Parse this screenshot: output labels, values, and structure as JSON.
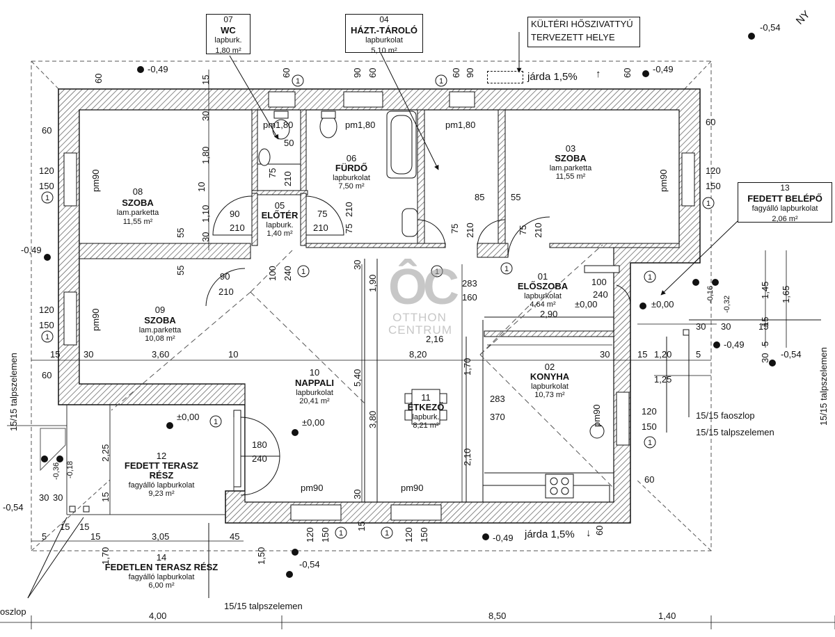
{
  "corner_label": "NY",
  "rooms": {
    "r01": {
      "no": "01",
      "name": "ELŐSZOBA",
      "finish": "lapburkolat",
      "area": "4,64 m²"
    },
    "r02": {
      "no": "02",
      "name": "KONYHA",
      "finish": "lapburkolat",
      "area": "10,73 m²"
    },
    "r03": {
      "no": "03",
      "name": "SZOBA",
      "finish": "lam.parketta",
      "area": "11,55 m²"
    },
    "r05": {
      "no": "05",
      "name": "ELŐTÉR",
      "finish": "lapburk.",
      "area": "1,40 m²"
    },
    "r06": {
      "no": "06",
      "name": "FÜRDŐ",
      "finish": "lapburkolat",
      "area": "7,50 m²"
    },
    "r08": {
      "no": "08",
      "name": "SZOBA",
      "finish": "lam.parketta",
      "area": "11,55 m²"
    },
    "r09": {
      "no": "09",
      "name": "SZOBA",
      "finish": "lam.parketta",
      "area": "10,08 m²"
    },
    "r10": {
      "no": "10",
      "name": "NAPPALI",
      "finish": "lapburkolat",
      "area": "20,41 m²"
    },
    "r11": {
      "no": "11",
      "name": "ÉTKEZŐ",
      "finish": "lapburk.",
      "area": "8,21 m²"
    },
    "r12": {
      "no": "12",
      "name1": "FEDETT TERASZ",
      "name2": "RÉSZ",
      "finish": "fagyálló lapburkolat",
      "area": "9,23 m²"
    },
    "r14": {
      "no": "14",
      "name": "FEDETLEN TERASZ RÉSZ",
      "finish": "fagyálló lapburkolat",
      "area": "6,00 m²"
    }
  },
  "callouts": {
    "wc": {
      "no": "07",
      "name": "WC",
      "finish": "lapburk.",
      "area": "1,80 m²"
    },
    "tarolo": {
      "no": "04",
      "name": "HÁZT.-TÁROLÓ",
      "finish": "lapburkolat",
      "area": "5,10 m²"
    },
    "pump": {
      "line1": "KÜLTÉRI HŐSZIVATTYÚ",
      "line2": "TERVEZETT HELYE"
    },
    "belepo": {
      "no": "13",
      "name": "FEDETT BELÉPŐ",
      "finish": "fagyálló lapburkolat",
      "area": "2,06 m²"
    }
  },
  "annotations": {
    "jarda_top": "járda 1,5%",
    "jarda_bottom": "járda 1,5%",
    "faoszlop_right": "15/15 faoszlop",
    "talp_right": "15/15 talpszelemen",
    "talp_right_vertical": "15/15 talpszelemen",
    "talp_left_vertical": "15/15 talpszelemen",
    "talp_bottom": "15/15 talpszelemen",
    "oszlop_left": "oszlop"
  },
  "window_marks": [
    "pm1,80",
    "pm1,80",
    "pm1,80",
    "pm90",
    "pm90",
    "pm90",
    "pm90",
    "pm90",
    "pm90"
  ],
  "levels": {
    "tl": "-0,49",
    "tc": "-0,49",
    "tr": "-0,54",
    "left": "-0,49",
    "entry": "±0,00",
    "p1": "±0,00",
    "p2": "±0,00",
    "p3": "±0,00",
    "r1": "-0,49",
    "r2": "-0,54",
    "b1": "-0,49",
    "b2": "-0,54",
    "bl": "-0,54",
    "l1": "-0,36",
    "l2": "-0,18",
    "r3": "-0,16",
    "r4": "-0,32"
  },
  "dims": {
    "total_left": "4,00",
    "total_mid": "8,50",
    "total_right": "1,40",
    "d60a": "60",
    "d60b": "60",
    "d60c": "60",
    "d60d": "60",
    "d60e": "60",
    "d60f": "60",
    "d60g": "60",
    "d60h": "60",
    "d60i": "60",
    "d90a": "90",
    "d90b": "90",
    "d90c": "90",
    "d15a": "15",
    "d30a": "30",
    "d180": "1,80",
    "d10": "10",
    "d110": "1,10",
    "d30b": "30",
    "d55a": "55",
    "d55b": "55",
    "d50": "50",
    "d75a": "75",
    "d210a": "210",
    "d75b": "75",
    "d210b": "210",
    "d90d": "90",
    "d210c": "210",
    "d75c": "75",
    "d210d": "210",
    "d85": "85",
    "d55c": "55",
    "d75d": "75",
    "d210e": "210",
    "d75e": "75",
    "d210f": "210",
    "d100a": "100",
    "d240a": "240",
    "d90e": "90",
    "d210g": "210",
    "d30c": "30",
    "d190": "1,90",
    "d283a": "283",
    "d160": "160",
    "d100b": "100",
    "d240b": "240",
    "d290": "2,90",
    "d120a": "120",
    "d150a": "150",
    "d120b": "120",
    "d150b": "150",
    "d120c": "120",
    "d150c": "150",
    "d120d": "120",
    "d150d": "150",
    "d120e": "120",
    "d150e": "150",
    "d120f": "120",
    "d150f": "150",
    "d15b": "15",
    "d30d": "30",
    "d360": "3,60",
    "d10b": "10",
    "d820": "8,20",
    "d216": "2,16",
    "d30e": "30",
    "d15c": "15",
    "d120g": "1,20",
    "d5a": "5",
    "d125": "1,25",
    "d540": "5,40",
    "d170a": "1,70",
    "d283b": "283",
    "d370": "370",
    "d380": "3,80",
    "d210h": "2,10",
    "d180b": "180",
    "d240c": "240",
    "d225": "2,25",
    "d30f": "30",
    "d30g": "30",
    "d15d": "15",
    "d15e": "15",
    "d15f": "15",
    "d5b": "5",
    "d305": "3,05",
    "d45": "45",
    "d170b": "1,70",
    "d150g": "1,50",
    "d15g": "15",
    "d30h": "30",
    "d30i": "30",
    "d145": "1,45",
    "d165": "1,65",
    "d15h": "15",
    "d5c": "5",
    "d30j": "30",
    "d30k": "30",
    "d60j": "60",
    "d15i": "15",
    "d15j": "15",
    "circ": "1"
  }
}
